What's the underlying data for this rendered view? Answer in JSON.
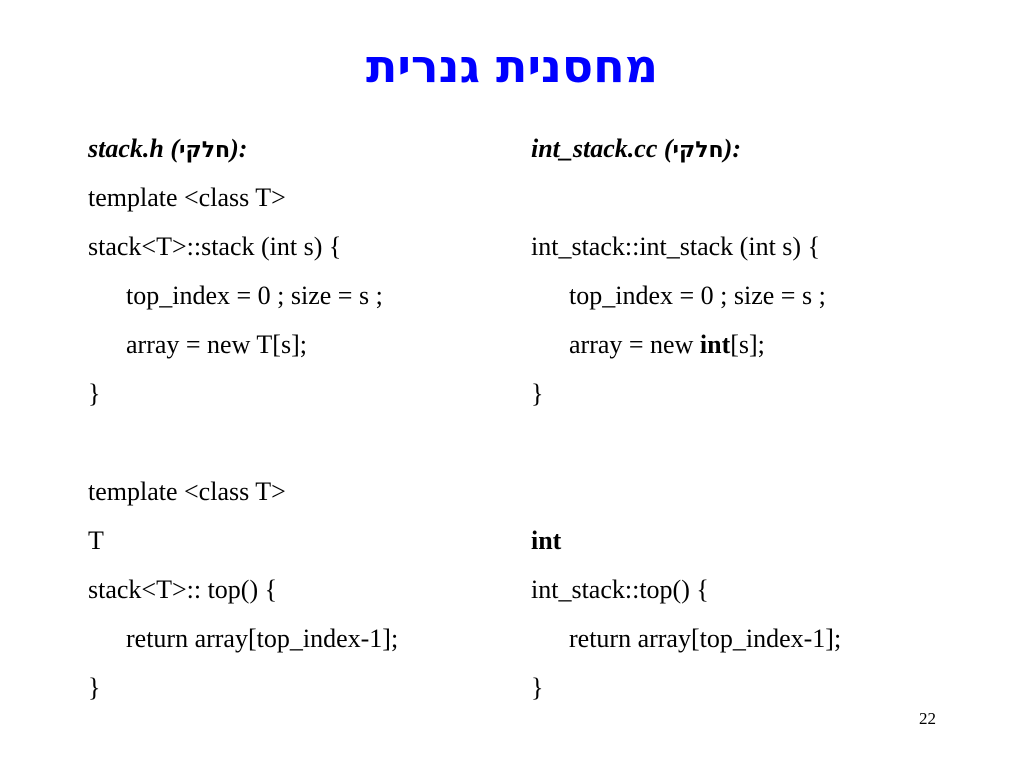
{
  "title": "מחסנית גנרית",
  "left": {
    "header_file": "stack.h",
    "header_open": " (",
    "header_hebrew": "חלקי",
    "header_close": "):",
    "l1": "template <class T>",
    "l2": "stack<T>::stack (int s)  {",
    "l3": "top_index = 0 ; size = s ;",
    "l4": "array = new T[s];",
    "l5": "}",
    "l6": "template <class T>",
    "l7": "T",
    "l8": "stack<T>:: top() {",
    "l9": "return array[top_index-1];",
    "l10": "}"
  },
  "right": {
    "header_file": "int_stack.cc",
    "header_open": " (",
    "header_hebrew": "חלקי",
    "header_close": "):",
    "l1": "int_stack::int_stack (int s) {",
    "l2": "top_index = 0 ; size = s ;",
    "l3_pre": "array = new ",
    "l3_bold": "int",
    "l3_post": "[s];",
    "l4": "}",
    "l5": "int",
    "l6": "int_stack::top() {",
    "l7": "return array[top_index-1];",
    "l8": "}"
  },
  "page_number": "22",
  "colors": {
    "title": "#0000ff",
    "text": "#000000",
    "background": "#ffffff"
  }
}
